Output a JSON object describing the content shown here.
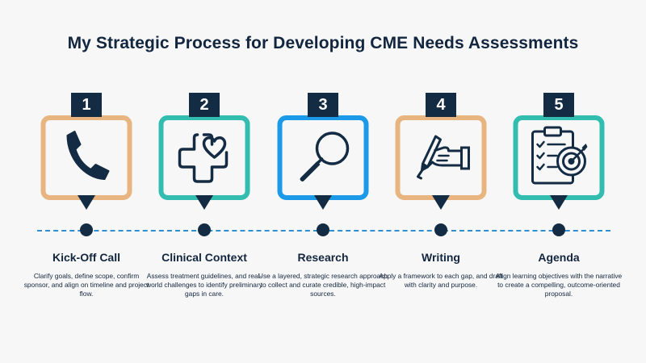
{
  "title": "My Strategic Process for Developing CME Needs Assessments",
  "colors": {
    "dark_navy": "#142b44",
    "orange": "#e8b47f",
    "teal": "#33bdb0",
    "blue": "#1c9ae8",
    "dash_line": "#2f8fd0",
    "background": "#f7f7f7"
  },
  "steps": [
    {
      "number": "1",
      "title": "Kick-Off Call",
      "description": "Clarify goals, define scope, confirm sponsor, and align on timeline and project flow.",
      "icon": "phone-icon",
      "frame_color": "#e8b47f"
    },
    {
      "number": "2",
      "title": "Clinical Context",
      "description": "Assess treatment guidelines, and real-world challenges to identify preliminary gaps in care.",
      "icon": "medical-cross-heart-icon",
      "frame_color": "#33bdb0"
    },
    {
      "number": "3",
      "title": "Research",
      "description": "Use a layered, strategic research approach to collect and curate credible, high-impact sources.",
      "icon": "magnifying-glass-icon",
      "frame_color": "#1c9ae8"
    },
    {
      "number": "4",
      "title": "Writing",
      "description": "Apply a framework to each gap, and draft with clarity and purpose.",
      "icon": "hand-writing-pen-icon",
      "frame_color": "#e8b47f"
    },
    {
      "number": "5",
      "title": "Agenda",
      "description": "Align learning objectives with the narrative to create a compelling, outcome-oriented proposal.",
      "icon": "checklist-target-icon",
      "frame_color": "#33bdb0"
    }
  ]
}
